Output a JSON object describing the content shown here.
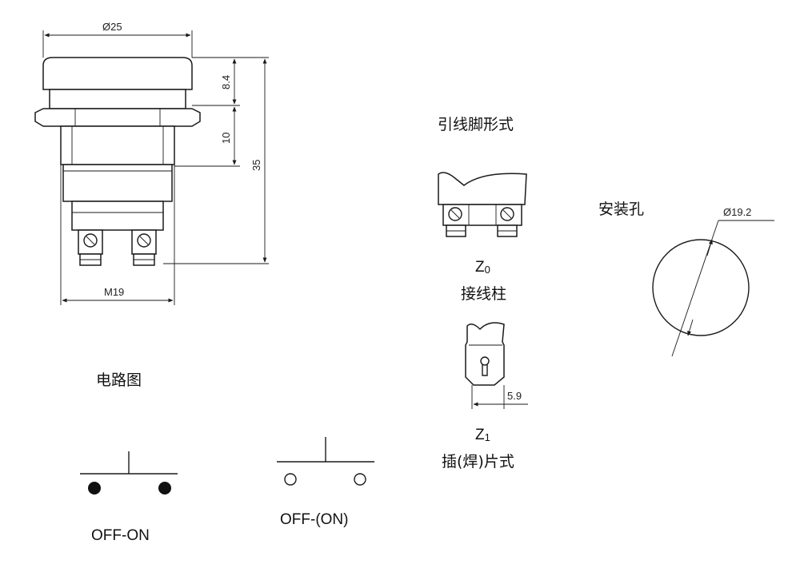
{
  "dimensions": {
    "cap_diameter": "Ø25",
    "cap_height": "8.4",
    "flange_height": "10",
    "total_height": "35",
    "thread": "M19",
    "hole_diameter": "Ø19.2",
    "tab_width": "5.9"
  },
  "labels": {
    "lead_forms": "引线脚形式",
    "z0_code": "Z",
    "z0_sub": "0",
    "z0_name": "接线柱",
    "z1_code": "Z",
    "z1_sub": "1",
    "z1_name": "插(焊)片式",
    "mount_hole": "安装孔",
    "circuit": "电路图",
    "off_on": "OFF-ON",
    "off_on_momentary": "OFF-(ON)"
  }
}
